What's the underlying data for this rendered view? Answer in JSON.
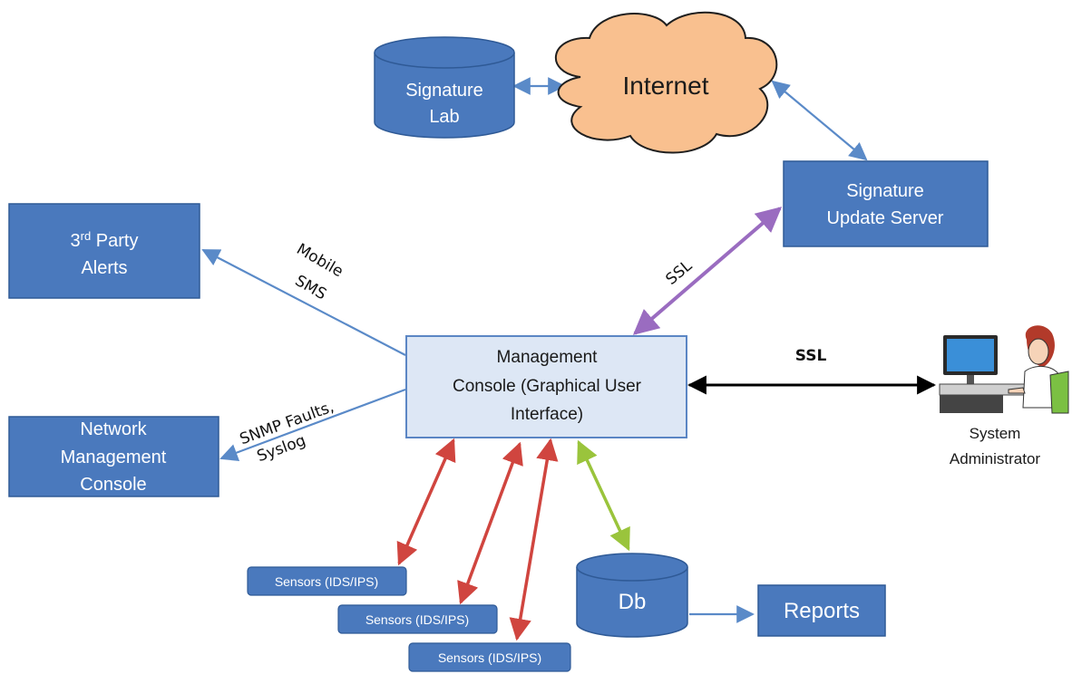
{
  "nodes": {
    "signature_lab": [
      "Signature",
      "Lab"
    ],
    "internet": "Internet",
    "signature_update_server": [
      "Signature",
      "Update Server"
    ],
    "third_party_alerts": {
      "base": "3",
      "sup": "rd",
      "rest": " Party",
      "line2": "Alerts"
    },
    "network_management_console": [
      "Network",
      "Management",
      "Console"
    ],
    "management_console": [
      "Management",
      "Console (Graphical User",
      "Interface)"
    ],
    "system_administrator": [
      "System",
      "Administrator"
    ],
    "sensors": [
      "Sensors (IDS/IPS)",
      "Sensors (IDS/IPS)",
      "Sensors (IDS/IPS)"
    ],
    "db": "Db",
    "reports": "Reports"
  },
  "edges": {
    "mobile_sms": [
      "Mobile",
      "SMS"
    ],
    "snmp_syslog": [
      "SNMP Faults,",
      "Syslog"
    ],
    "ssl_update": "SSL",
    "ssl_admin": "SSL"
  },
  "colors": {
    "box_fill": "#4a79bd",
    "console_fill": "#dde7f5",
    "cloud_fill": "#f9c08f",
    "arrow_blue": "#5a8ac8",
    "arrow_purple": "#9a6cc0",
    "arrow_red": "#d0453f",
    "arrow_green": "#9ac43c",
    "arrow_black": "#000000"
  }
}
